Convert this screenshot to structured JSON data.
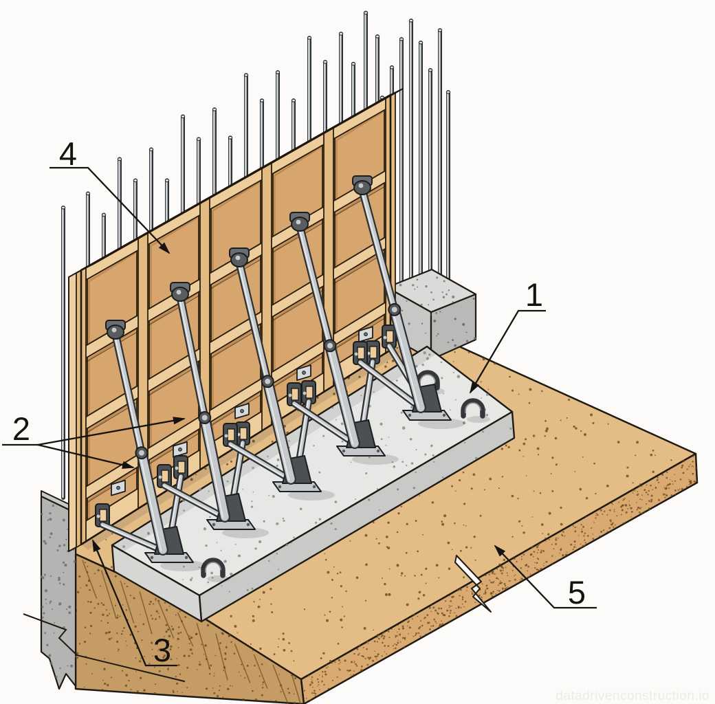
{
  "callouts": {
    "c1": {
      "label": "1"
    },
    "c2": {
      "label": "2"
    },
    "c3": {
      "label": "3"
    },
    "c4": {
      "label": "4"
    },
    "c5": {
      "label": "5"
    }
  },
  "watermark": {
    "text": "datadrivenconstruction.io"
  },
  "palette": {
    "line": "#1f1b14",
    "soil_top": "#e4bd86",
    "soil_face": "#d9ab72",
    "soil_cut": "#c69c65",
    "soil_speckle": "#6f4a1e",
    "slab_top": "#e7e7e5",
    "slab_front": "#c9c9c7",
    "slab_side": "#d6d6d4",
    "existing_wall": "#b4b5b3",
    "block_top": "#dadad8",
    "block_left": "#c7c7c5",
    "block_right": "#b9b9b7",
    "formwork_frame": "#eac795",
    "formwork_panel": "#d7a66e",
    "formwork_stud": "#e3ba82",
    "formwork_rail": "#eecd9d",
    "formwork_top": "#f3dcb3",
    "formwork_edge": "#eed0a2",
    "steel_light": "#c7cacc",
    "steel_dark": "#2e3234",
    "hardware": "#4c5053",
    "rebar_light": "#cbced0"
  }
}
